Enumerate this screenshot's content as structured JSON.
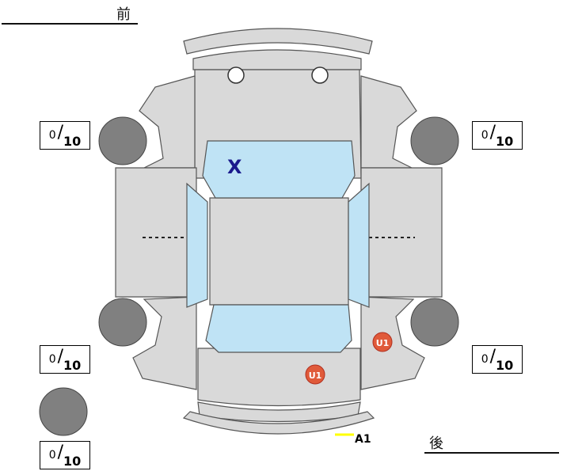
{
  "orientation": {
    "front": "前",
    "rear": "後"
  },
  "tread_gauges": [
    {
      "position": "front-left",
      "value": "0",
      "denominator": "10"
    },
    {
      "position": "front-right",
      "value": "0",
      "denominator": "10"
    },
    {
      "position": "rear-left",
      "value": "0",
      "denominator": "10"
    },
    {
      "position": "rear-right",
      "value": "0",
      "denominator": "10"
    },
    {
      "position": "spare",
      "value": "0",
      "denominator": "10"
    }
  ],
  "damage_marks": [
    {
      "code": "X",
      "location": "windshield"
    },
    {
      "code": "U1",
      "location": "rear-right-fender"
    },
    {
      "code": "U1",
      "location": "trunk-lid"
    },
    {
      "code": "A1",
      "location": "rear-bumper"
    }
  ],
  "colors": {
    "body": "#d9d9d9",
    "glass": "#bfe3f5",
    "tire": "#808080",
    "x_mark": "#1a1a8c",
    "u_mark": "#e05a3a",
    "a_mark_line": "#ffff00"
  }
}
